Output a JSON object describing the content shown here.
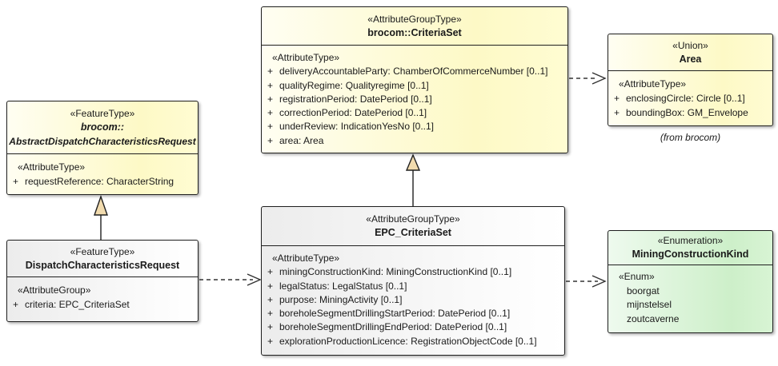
{
  "symbols": {
    "plus": "+"
  },
  "classes": {
    "criteriaset": {
      "stereotype": "«AttributeGroupType»",
      "name": "brocom::CriteriaSet",
      "section": "«AttributeType»",
      "attrs": [
        "deliveryAccountableParty: ChamberOfCommerceNumber [0..1]",
        "qualityRegime: Qualityregime [0..1]",
        "registrationPeriod: DatePeriod [0..1]",
        "correctionPeriod: DatePeriod [0..1]",
        "underReview: IndicationYesNo [0..1]",
        "area: Area"
      ]
    },
    "area": {
      "stereotype": "«Union»",
      "name": "Area",
      "section": "«AttributeType»",
      "attrs": [
        "enclosingCircle: Circle [0..1]",
        "boundingBox: GM_Envelope"
      ],
      "note": "(from brocom)"
    },
    "abstract_request": {
      "stereotype": "«FeatureType»",
      "name_line1": "brocom::",
      "name_line2": "AbstractDispatchCharacteristicsRequest",
      "section": "«AttributeType»",
      "attrs": [
        "requestReference: CharacterString"
      ]
    },
    "dispatch_request": {
      "stereotype": "«FeatureType»",
      "name": "DispatchCharacteristicsRequest",
      "section": "«AttributeGroup»",
      "attrs": [
        "criteria: EPC_CriteriaSet"
      ]
    },
    "epc_criteriaset": {
      "stereotype": "«AttributeGroupType»",
      "name": "EPC_CriteriaSet",
      "section": "«AttributeType»",
      "attrs": [
        "miningConstructionKind: MiningConstructionKind [0..1]",
        "legalStatus: LegalStatus [0..1]",
        "purpose: MiningActivity [0..1]",
        "boreholeSegmentDrillingStartPeriod: DatePeriod [0..1]",
        "boreholeSegmentDrillingEndPeriod: DatePeriod [0..1]",
        "explorationProductionLicence: RegistrationObjectCode [0..1]"
      ]
    },
    "mining_kind": {
      "stereotype": "«Enumeration»",
      "name": "MiningConstructionKind",
      "section": "«Enum»",
      "literals": [
        "boorgat",
        "mijnstelsel",
        "zoutcaverne"
      ]
    }
  },
  "colors": {
    "yellow_fill": "#FDF9C6",
    "gray_fill": "#ECECEC",
    "green_fill": "#CDEFC9",
    "border": "#1F1F1F",
    "connector": "#333333",
    "generalization_triangle_fill": "#F1DBAE"
  }
}
